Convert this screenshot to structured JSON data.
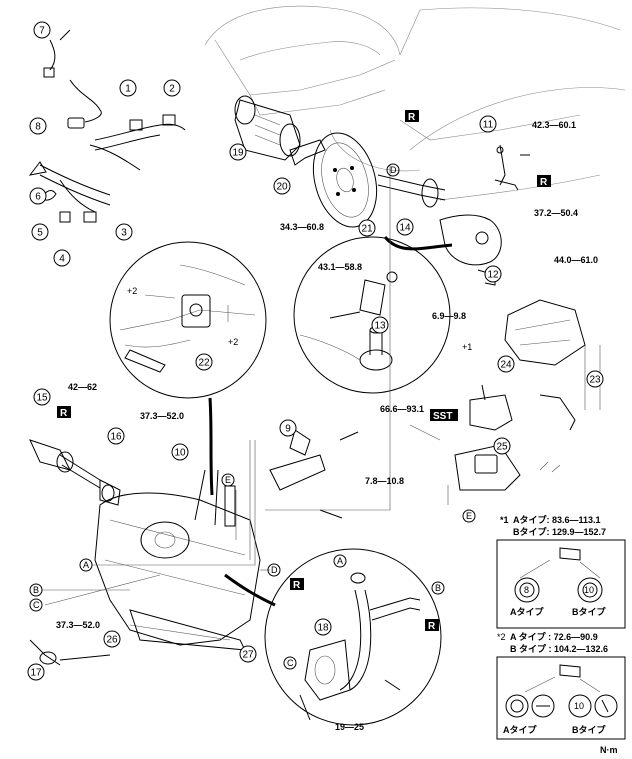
{
  "callouts": [
    "1",
    "2",
    "3",
    "4",
    "5",
    "6",
    "7",
    "8",
    "9",
    "10",
    "11",
    "12",
    "13",
    "14",
    "15",
    "16",
    "17",
    "18",
    "19",
    "20",
    "21",
    "22",
    "23",
    "24",
    "25",
    "26",
    "27"
  ],
  "torques": {
    "t_42_3": "42.3—60.1",
    "t_37_2": "37.2—50.4",
    "t_34_3": "34.3—60.8",
    "t_43_1": "43.1—58.8",
    "t_44_0": "44.0—61.0",
    "t_6_9": "6.9—9.8",
    "t_42_62": "42—62",
    "t_37_3_a": "37.3—52.0",
    "t_66_6": "66.6—93.1",
    "t_7_8": "7.8—10.8",
    "t_37_3_b": "37.3—52.0",
    "t_19_25": "19—25"
  },
  "markers": {
    "r": "R",
    "sst": "SST",
    "plus1": "+1",
    "plus2": "+2",
    "star2": "*2"
  },
  "letters": {
    "a": "A",
    "b": "B",
    "c": "C",
    "d": "D",
    "e": "E"
  },
  "legend1": {
    "mark": "*1",
    "line_a": "Aタイプ: 83.6—113.1",
    "line_b": "Bタイプ: 129.9—152.7",
    "bolt_a": "8",
    "bolt_b": "10",
    "label_a": "Aタイプ",
    "label_b": "Bタイプ"
  },
  "legend2": {
    "mark": "*2",
    "line_a": "A タイプ : 72.6—90.9",
    "line_b": "B タイプ : 104.2—132.6",
    "bolt_b": "10",
    "label_a": "Aタイプ",
    "label_b": "Bタイプ"
  },
  "unit": "N·m"
}
